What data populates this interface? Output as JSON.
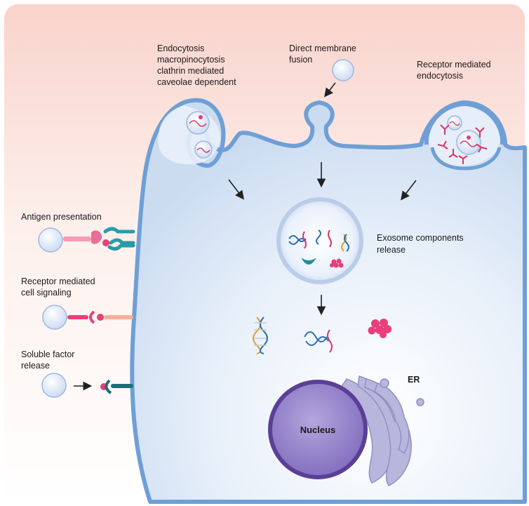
{
  "labels": {
    "endocytosis": [
      "Endocytosis",
      "macropinocytosis",
      "clathrin mediated",
      "caveolae dependent"
    ],
    "membrane_fusion": [
      "Direct membrane",
      "fusion"
    ],
    "receptor_endocytosis": [
      "Receptor mediated",
      "endocytosis"
    ],
    "antigen_presentation": [
      "Antigen presentation"
    ],
    "receptor_signaling": [
      "Receptor mediated",
      "cell signaling"
    ],
    "soluble_factor": [
      "Soluble factor",
      "release"
    ],
    "exosome_release": [
      "Exosome components",
      "release"
    ],
    "nucleus": "Nucleus",
    "er": "ER"
  },
  "colors": {
    "background_top": "#f9d6cf",
    "cell_fill": "#dde8f6",
    "membrane": "#6f9fd6",
    "nucleus": "#8d7cc2",
    "nucleus_outline": "#5b3f97",
    "er": "#b7b7de",
    "er_outline": "#8f8fc4",
    "vesicle": "#e3edfa",
    "pink_cargo": "#e83e7a",
    "teal_receptor": "#2a9aa8"
  }
}
